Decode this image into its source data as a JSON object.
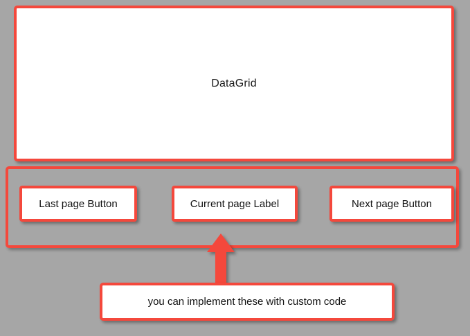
{
  "colors": {
    "background": "#a6a6a6",
    "annotation_red": "#f4483c",
    "box_fill": "#ffffff",
    "text": "#111111"
  },
  "datagrid": {
    "label": "DataGrid"
  },
  "pager": {
    "last_page_button": "Last page Button",
    "current_page_label": "Current page Label",
    "next_page_button": "Next page Button"
  },
  "callout": {
    "text": "you can implement these with custom code",
    "arrow": "up-arrow"
  }
}
